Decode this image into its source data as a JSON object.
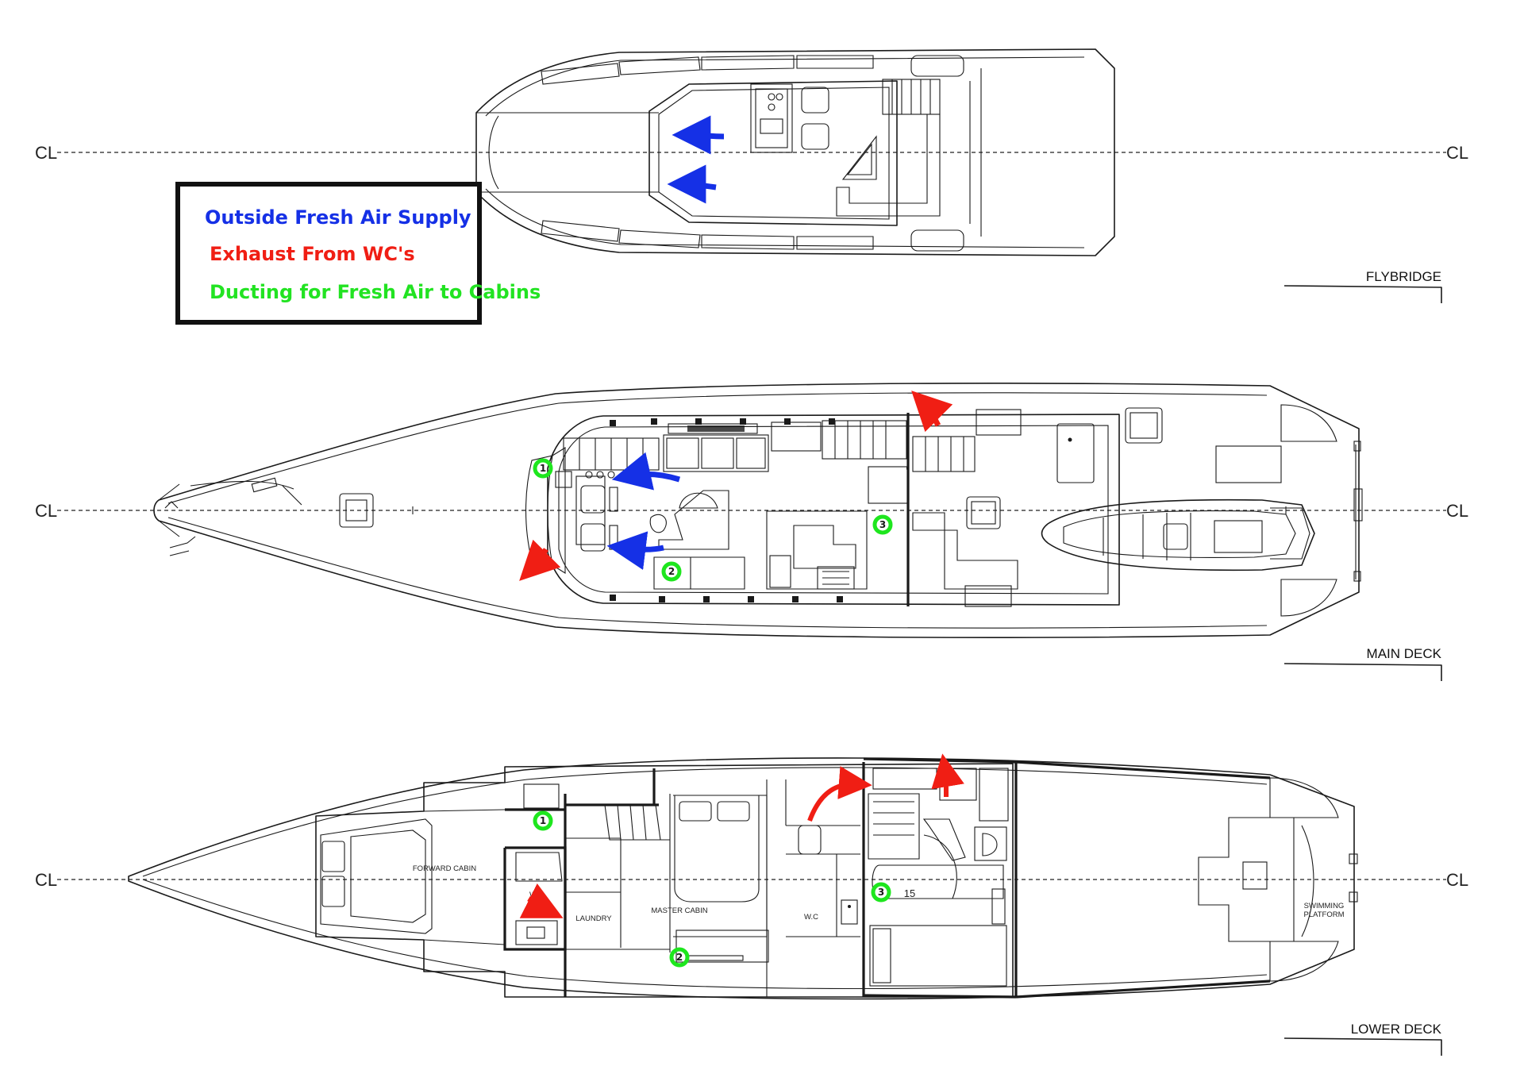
{
  "legend": {
    "items": [
      {
        "label": "Outside Fresh Air Supply",
        "color": "#1530e6"
      },
      {
        "label": "Exhaust From WC's",
        "color": "#f01e14"
      },
      {
        "label": "Ducting for Fresh Air to Cabins",
        "color": "#22e322"
      }
    ]
  },
  "centerline": {
    "left_label": "CL",
    "right_label": "CL"
  },
  "decks": {
    "flybridge": {
      "label": "FLYBRIDGE"
    },
    "main_deck": {
      "label": "MAIN DECK"
    },
    "lower_deck": {
      "label": "LOWER DECK",
      "rooms": {
        "forward_cabin": "FORWARD CABIN",
        "wc_forward": "W.C",
        "laundry": "LAUNDRY",
        "master_cabin": "MASTER CABIN",
        "wc_mid": "W.C",
        "room_number": "15",
        "swimming_platform_line1": "SWIMMING",
        "swimming_platform_line2": "PLATFORM"
      }
    }
  },
  "duct_markers": {
    "main_deck": [
      "1",
      "2",
      "3"
    ],
    "lower_deck": [
      "1",
      "2",
      "3"
    ]
  },
  "colors": {
    "line": "#1a1a1a",
    "supply": "#1530e6",
    "exhaust": "#f01e14",
    "ducting": "#22e322"
  }
}
